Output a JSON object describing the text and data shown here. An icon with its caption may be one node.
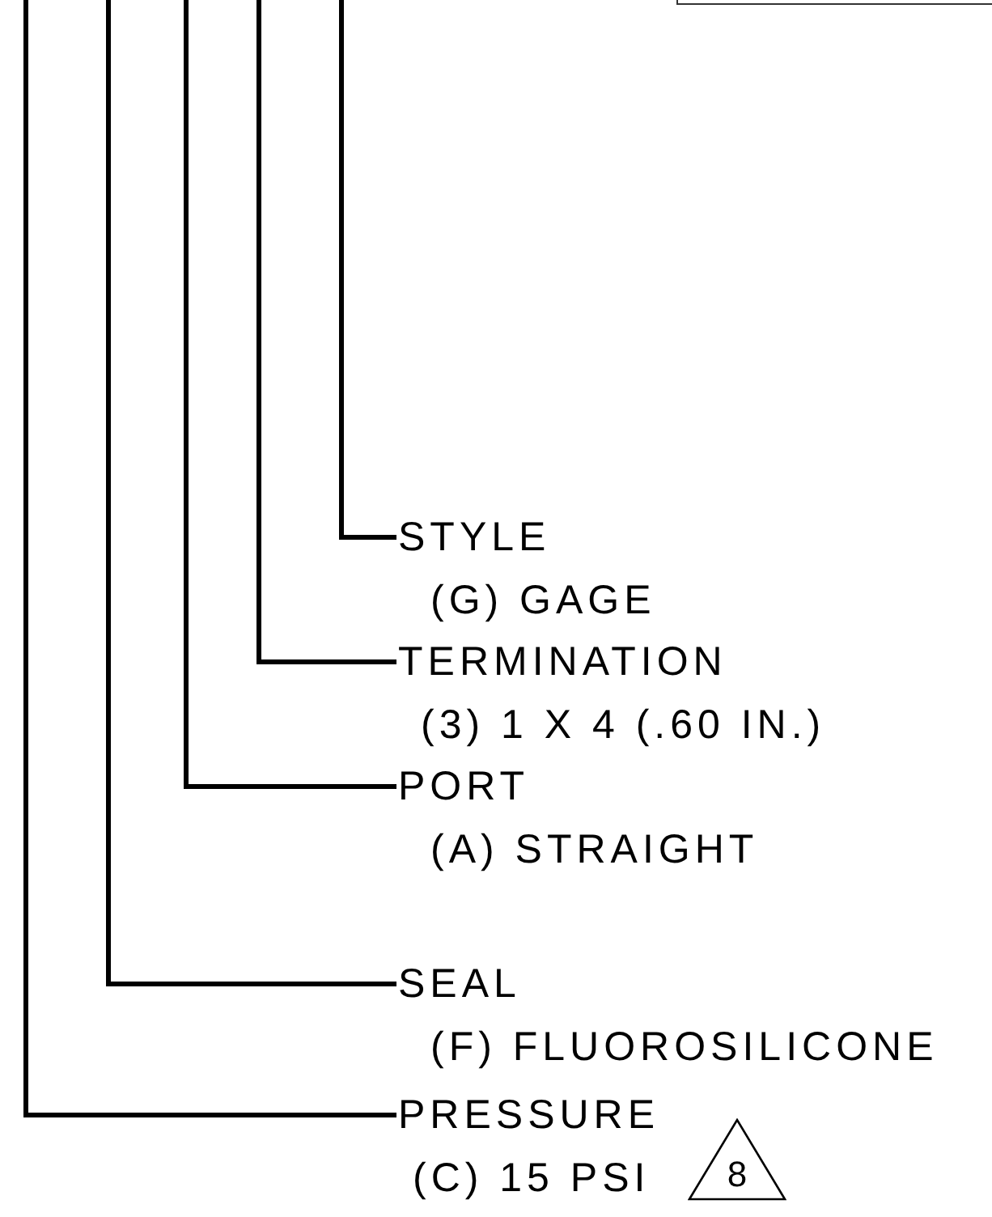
{
  "diagram": {
    "nodes": [
      {
        "text": [],
        "shape": "box"
      },
      {
        "text": [
          "STYLE",
          "(G) GAGE"
        ]
      },
      {
        "text": [
          "TERMINATION",
          "(3) 1 X 4 (.60 IN.)"
        ]
      },
      {
        "text": [
          "PORT",
          "(A) STRAIGHT"
        ]
      },
      {
        "text": [
          "SEAL",
          "(F) FLUOROSILICONE"
        ]
      },
      {
        "text": [
          "PRESSURE",
          "(C) 15 PSI"
        ]
      },
      {
        "text": [
          "8"
        ]
      }
    ],
    "edges": [
      {
        "from": null,
        "to": 1,
        "arrow": "none"
      },
      {
        "from": null,
        "to": 2,
        "arrow": "none"
      },
      {
        "from": null,
        "to": 3,
        "arrow": "none"
      },
      {
        "from": null,
        "to": 4,
        "arrow": "none"
      },
      {
        "from": null,
        "to": 5,
        "arrow": "none"
      }
    ]
  }
}
